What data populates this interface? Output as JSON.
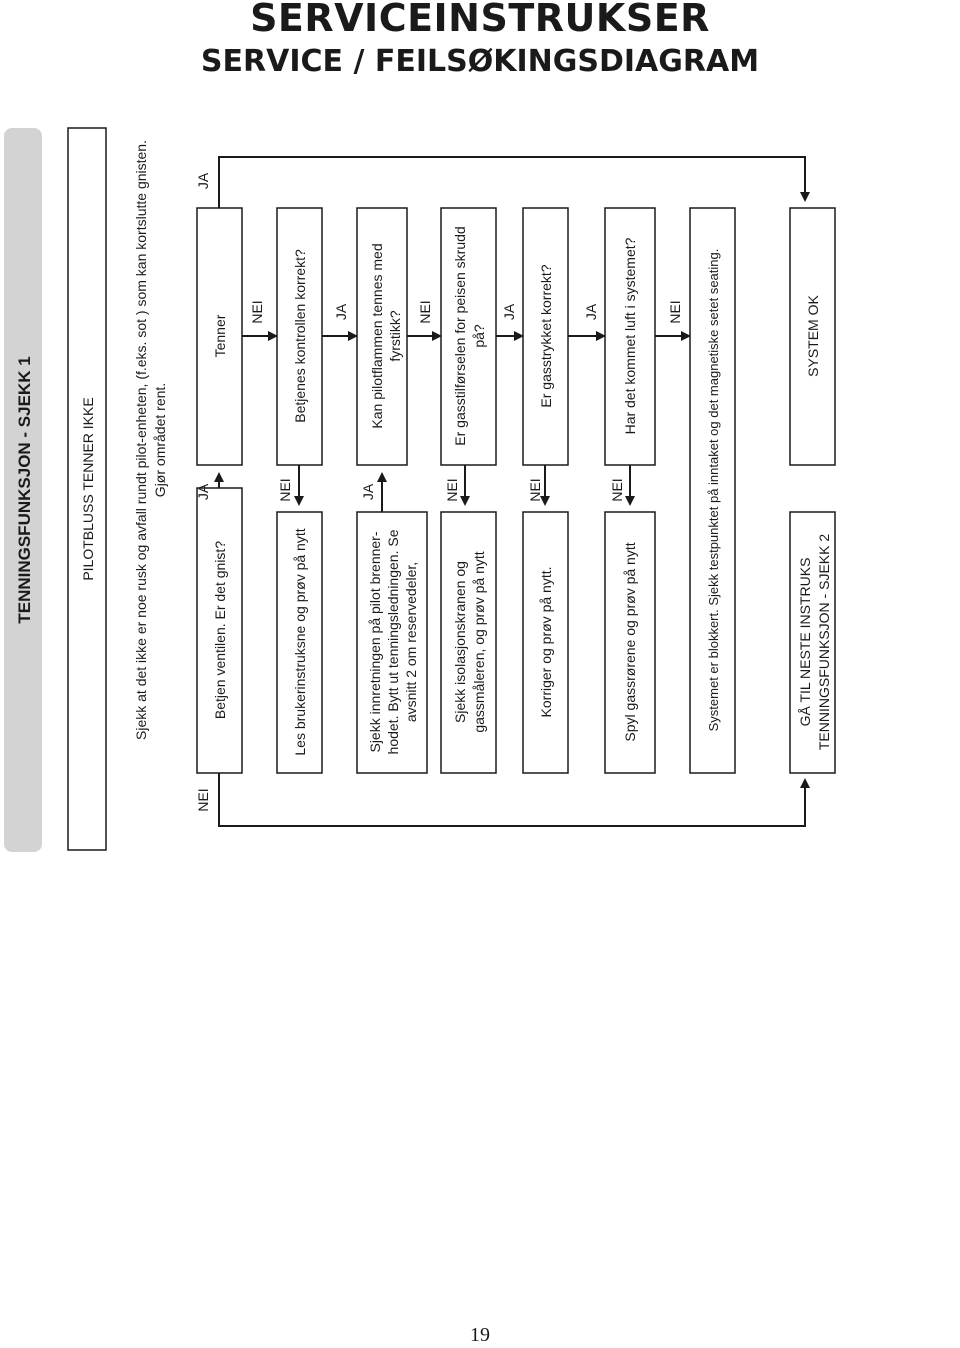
{
  "header": {
    "title": "SERVICEINSTRUKSER",
    "subtitle": "SERVICE / FEILSØKINGSDIAGRAM"
  },
  "page_number": "19",
  "diagram": {
    "section_tab": "TENNINGSFUNKSJON - SJEKK 1",
    "problem": "PILOTBLUSS TENNER IKKE",
    "intro": {
      "line1": "Sjekk at det ikke er noe rusk og avfall rundt pilot-enheten, (f.eks. sot ) som kan kortslutte gnisten.",
      "line2": "Gjør området rent."
    },
    "nodes": {
      "operate_valve": "Betjen ventilen. Er det gnist?",
      "ignites": "Tenner",
      "read_instructions": "Les brukerinstruksne og prøv på nytt",
      "control_correct": "Betjenes kontrollen korrekt?",
      "check_alignment": {
        "line1": "Sjekk innretningen på pilot brenner-",
        "line2": "hodet. Bytt ut tenningsledningen. Se",
        "line3": "avsnitt 2 om reservedeler,"
      },
      "match_light": {
        "line1": "Kan pilotflammen tennes med",
        "line2": "fyrstikk?"
      },
      "check_isolation": {
        "line1": "Sjekk isolasjonskranen og",
        "line2": "gassmåleren, og prøv på nytt"
      },
      "gas_supply_on": {
        "line1": "Er gasstilførselen for peisen skrudd",
        "line2": "på?"
      },
      "correct_retry": "Korriger og prøv på nytt.",
      "gas_pressure": "Er gasstrykket korrekt?",
      "purge_pipes": "Spyl gassrørene og prøv på nytt",
      "air_in_system": "Har det kommet luft i systemet?",
      "system_blocked": "Systemet er blokkert. Sjekk testpunktet på inntaket og det magnetiske setet seating.",
      "next_instruction": {
        "line1": "GÅ TIL NESTE INSTRUKS",
        "line2": "TENNINGSFUNKSJON - SJEKK 2"
      },
      "system_ok": "SYSTEM OK"
    },
    "labels": {
      "yes": "JA",
      "no": "NEI"
    }
  }
}
